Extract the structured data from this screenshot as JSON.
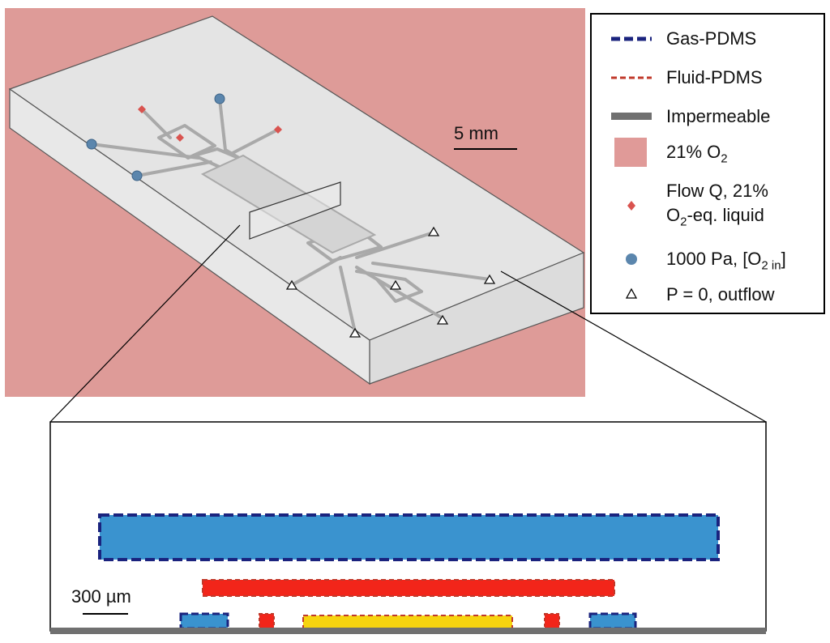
{
  "figure": {
    "scale_top": "5 mm",
    "scale_bottom": "300 µm"
  },
  "legend": [
    {
      "key": "gas",
      "text": "Gas-PDMS",
      "color": "#1a237e"
    },
    {
      "key": "fluid",
      "text": "Fluid-PDMS",
      "color": "#c0392b"
    },
    {
      "key": "imperm",
      "text": "Impermeable",
      "color": "#707070"
    },
    {
      "key": "o2",
      "text_main": "21% O",
      "text_sub": "2",
      "color": "#e09a98"
    },
    {
      "key": "flow",
      "text_line1": "Flow Q, 21%",
      "text_line2_main": "O",
      "text_line2_sub": "2",
      "text_line2_rest": "-eq. liquid",
      "color": "#d9534f"
    },
    {
      "key": "pressure",
      "text_main": "1000 Pa, [O",
      "text_sub": "2 in",
      "text_rest": "]",
      "color": "#5b86ad"
    },
    {
      "key": "outflow",
      "text": "P = 0, outflow",
      "color": "#000000"
    }
  ],
  "colors": {
    "background_o2": "#de9b98",
    "gas_fill": "#3a93cf",
    "fluid_fill": "#f2251a",
    "channel_fill": "#f7d40f",
    "impermeable": "#707070"
  }
}
